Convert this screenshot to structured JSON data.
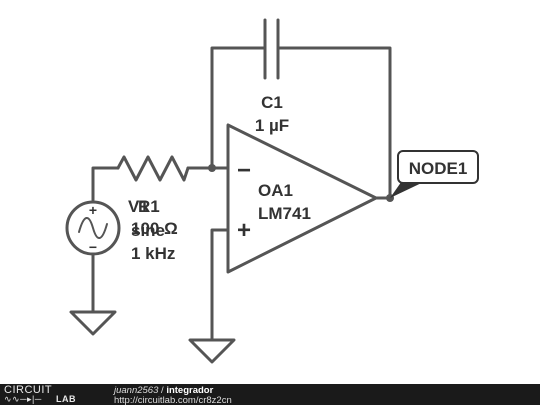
{
  "components": {
    "capacitor": {
      "ref": "C1",
      "value": "1 µF"
    },
    "resistor": {
      "ref": "R1",
      "value": "100 Ω"
    },
    "opamp": {
      "ref": "OA1",
      "part": "LM741",
      "minus_symbol": "−",
      "plus_symbol": "+"
    },
    "source": {
      "ref": "V1",
      "type": "sine",
      "freq": "1 kHz",
      "plus_symbol": "+",
      "minus_symbol": "−"
    },
    "node": {
      "label": "NODE1"
    }
  },
  "footer": {
    "logo_top": "CIRCUIT",
    "logo_lab": "LAB",
    "author": "juann2563",
    "separator": " / ",
    "title": "integrador",
    "url": "http://circuitlab.com/cr8z2cn"
  },
  "colors": {
    "wire": "#555555",
    "text": "#333333",
    "footer_bg": "#1a1a1a"
  }
}
